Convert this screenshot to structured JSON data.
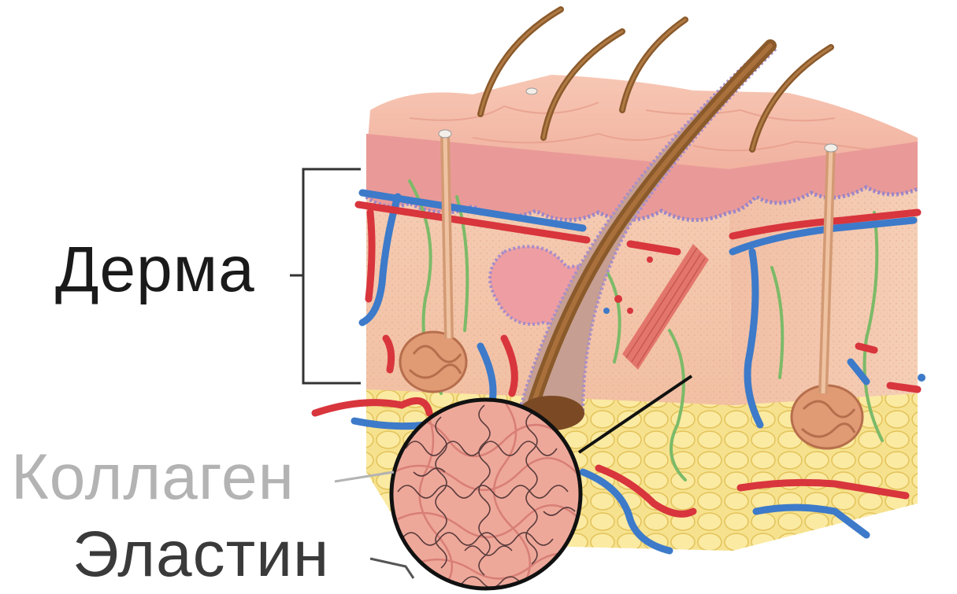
{
  "labels": {
    "derma": "Дерма",
    "collagen": "Коллаген",
    "elastin": "Эластин"
  },
  "colors": {
    "derma_label": "#1a1a1a",
    "collagen_label": "#b3b3b3",
    "elastin_label": "#3a3a3a",
    "epidermis": "#f3b7a6",
    "dermis": "#f4c7ae",
    "fat_layer": "#f5e08a",
    "artery": "#d9363e",
    "vein": "#3c79c8",
    "nerve": "#79b765",
    "hair": "#8b5a2b"
  },
  "icons": {
    "skin_block": "skin-cross-section-illustration",
    "magnifier": "magnified-fiber-circle"
  }
}
